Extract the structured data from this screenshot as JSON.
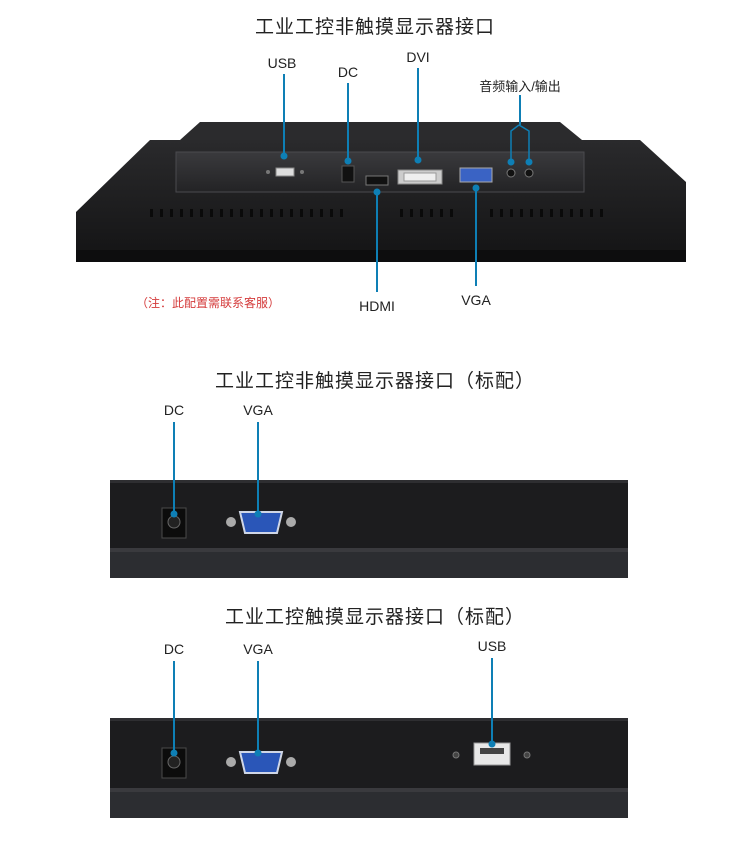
{
  "section1": {
    "title": "工业工控非触摸显示器接口",
    "labels": {
      "usb": "USB",
      "dc": "DC",
      "dvi": "DVI",
      "audio": "音频输入/输出",
      "hdmi": "HDMI",
      "vga": "VGA"
    },
    "note": "（注：此配置需联系客服）"
  },
  "section2": {
    "title": "工业工控非触摸显示器接口（标配）",
    "labels": {
      "dc": "DC",
      "vga": "VGA"
    }
  },
  "section3": {
    "title": "工业工控触摸显示器接口（标配）",
    "labels": {
      "dc": "DC",
      "vga": "VGA",
      "usb": "USB"
    }
  },
  "colors": {
    "leader": "#0e7fb5",
    "panel": "#1d1d1f",
    "vga_blue": "#2a56b8",
    "note": "#d43a3a"
  }
}
